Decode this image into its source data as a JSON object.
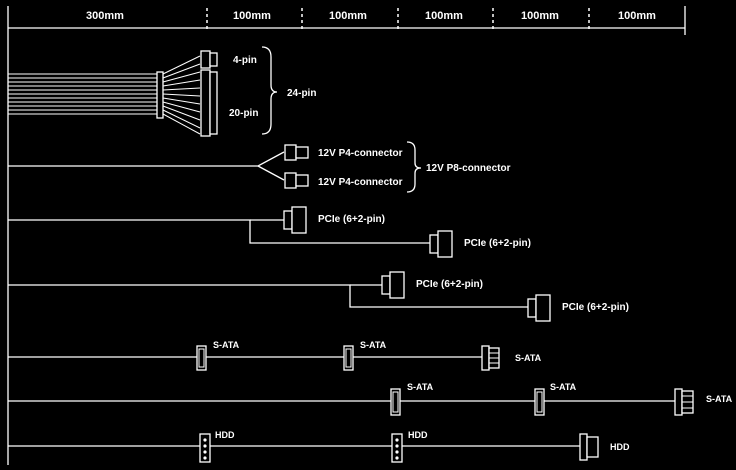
{
  "ruler": {
    "segments": [
      "300mm",
      "100mm",
      "100mm",
      "100mm",
      "100mm",
      "100mm"
    ]
  },
  "atx": {
    "label_4pin": "4-pin",
    "label_20pin": "20-pin",
    "label_24pin": "24-pin"
  },
  "eps": {
    "label_p4_top": "12V P4-connector",
    "label_p4_bottom": "12V P4-connector",
    "label_p8": "12V P8-connector"
  },
  "pcie_1": {
    "label_first": "PCIe (6+2-pin)",
    "label_second": "PCIe (6+2-pin)"
  },
  "pcie_2": {
    "label_first": "PCIe (6+2-pin)",
    "label_second": "PCIe (6+2-pin)"
  },
  "sata_1": {
    "labels": [
      "S-ATA",
      "S-ATA",
      "S-ATA"
    ]
  },
  "sata_2": {
    "labels": [
      "S-ATA",
      "S-ATA",
      "S-ATA"
    ]
  },
  "hdd": {
    "labels": [
      "HDD",
      "HDD",
      "HDD"
    ]
  },
  "colors": {
    "background": "#000000",
    "line": "#ffffff"
  }
}
